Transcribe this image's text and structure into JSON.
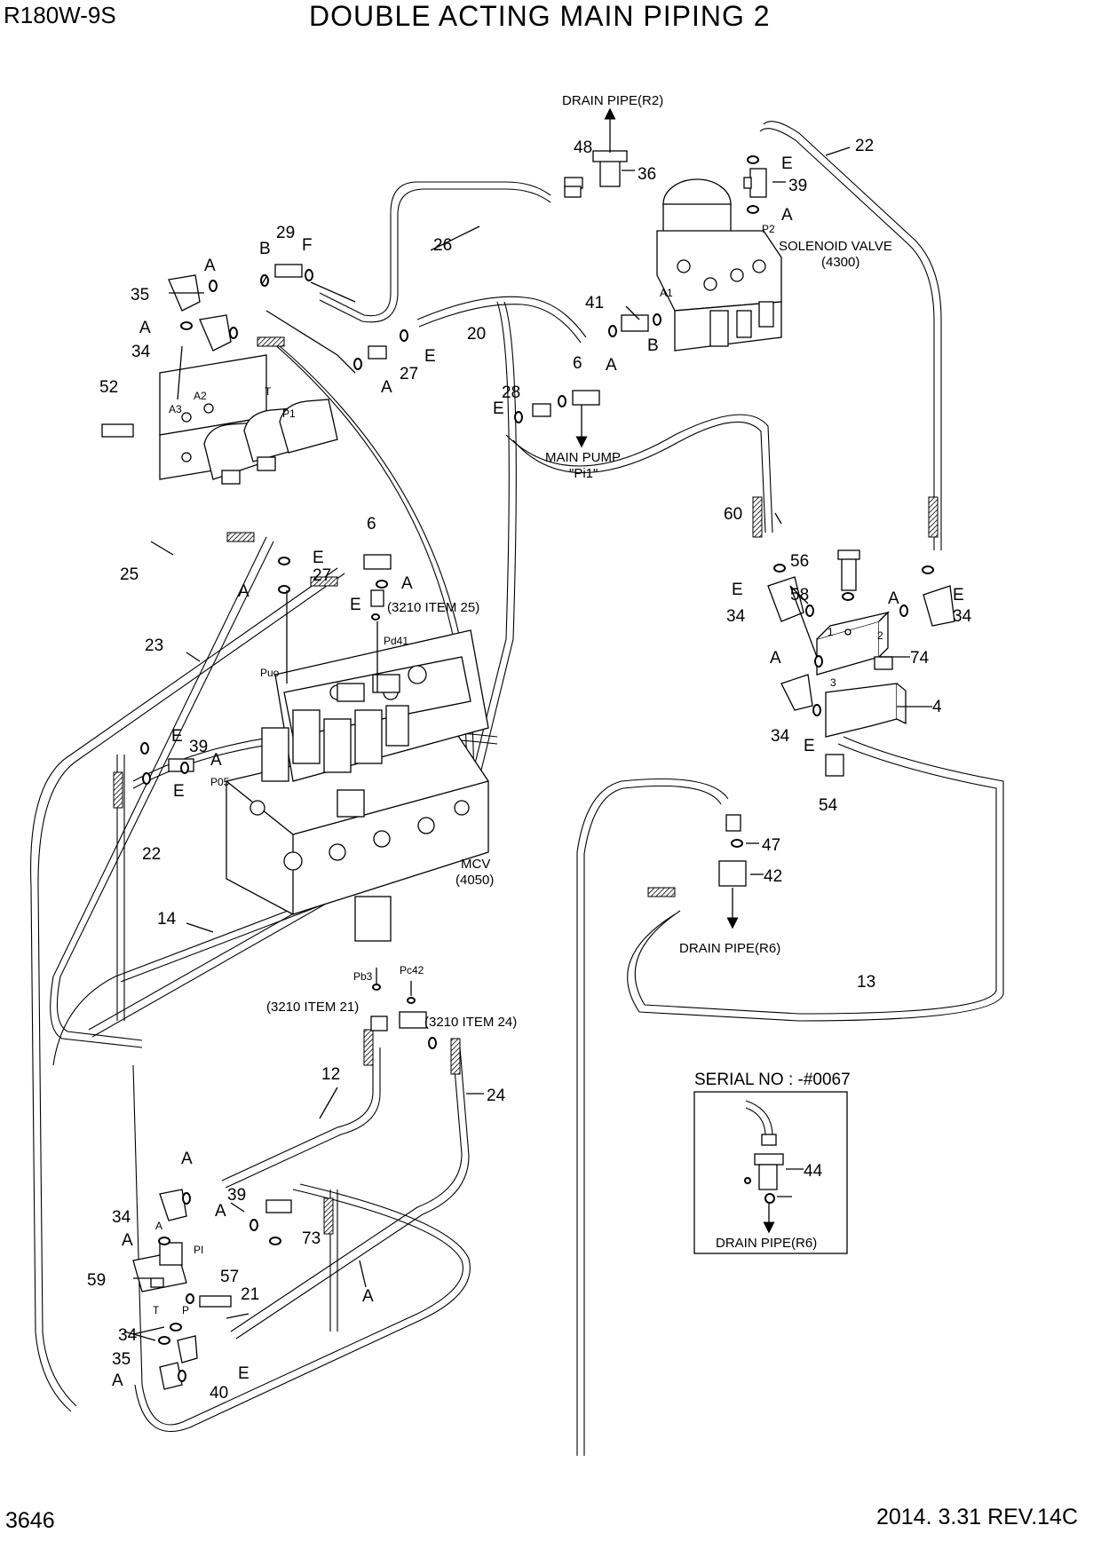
{
  "header": {
    "model": "R180W-9S",
    "title": "DOUBLE ACTING MAIN PIPING 2"
  },
  "footer": {
    "page_number": "3646",
    "revision": "2014. 3.31  REV.14C"
  },
  "notes": {
    "drain_r2": "DRAIN PIPE(R2)",
    "solenoid_valve": "SOLENOID VALVE",
    "solenoid_code": "(4300)",
    "main_pump": "MAIN PUMP",
    "main_pump_port": "\"Pi1\"",
    "item25": "(3210 ITEM 25)",
    "mcv": "MCV",
    "mcv_code": "(4050)",
    "item21": "(3210 ITEM 21)",
    "item24": "(3210 ITEM 24)",
    "drain_r6": "DRAIN PIPE(R6)",
    "serial": "SERIAL NO : -#0067",
    "drain_r6_inset": "DRAIN PIPE(R6)"
  },
  "ports": {
    "p2": "P2",
    "a1": "A1",
    "t": "T",
    "p1": "P1",
    "a2": "A2",
    "a3": "A3",
    "pd41": "Pd41",
    "puo": "Puo",
    "p05": "P05",
    "pb3": "Pb3",
    "pc42": "Pc42",
    "pi": "PI",
    "t2": "T",
    "p": "P",
    "a": "A",
    "n1": "1",
    "n2": "2",
    "n3": "3"
  },
  "callouts": [
    "22",
    "E",
    "39",
    "A",
    "48",
    "36",
    "29",
    "B",
    "F",
    "26",
    "A",
    "35",
    "A",
    "34",
    "20",
    "E",
    "41",
    "A1",
    "A",
    "B",
    "27",
    "A",
    "6",
    "28",
    "E",
    "52",
    "60",
    "E",
    "27",
    "6",
    "A",
    "25",
    "A",
    "E",
    "23",
    "56",
    "E",
    "58",
    "34",
    "A",
    "E",
    "34",
    "A",
    "74",
    "E",
    "39",
    "A",
    "E",
    "4",
    "34",
    "E",
    "54",
    "22",
    "47",
    "42",
    "14",
    "13",
    "12",
    "24",
    "A",
    "34",
    "A",
    "39",
    "A",
    "73",
    "59",
    "57",
    "21",
    "A",
    "34",
    "35",
    "A",
    "E",
    "40",
    "44"
  ]
}
